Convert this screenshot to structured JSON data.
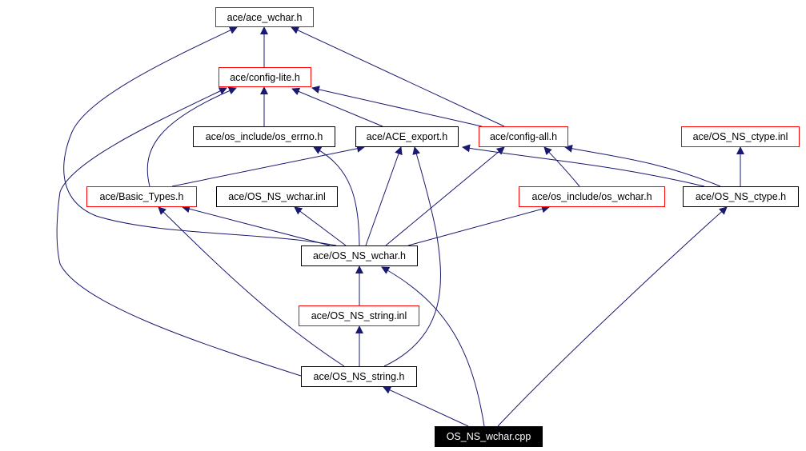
{
  "colors": {
    "edge": "#191970",
    "link_border": "#ff0000",
    "plain_border": "#000000",
    "root_fill": "#000000"
  },
  "nodes": {
    "ace_wchar": "ace/ace_wchar.h",
    "config_lite": "ace/config-lite.h",
    "os_errno": "ace/os_include/os_errno.h",
    "ace_export": "ace/ACE_export.h",
    "config_all": "ace/config-all.h",
    "os_ns_ctype_inl": "ace/OS_NS_ctype.inl",
    "basic_types": "ace/Basic_Types.h",
    "os_ns_wchar_inl": "ace/OS_NS_wchar.inl",
    "os_wchar": "ace/os_include/os_wchar.h",
    "os_ns_ctype_h": "ace/OS_NS_ctype.h",
    "os_ns_wchar_h": "ace/OS_NS_wchar.h",
    "os_ns_string_inl": "ace/OS_NS_string.inl",
    "os_ns_string_h": "ace/OS_NS_string.h",
    "root": "OS_NS_wchar.cpp"
  }
}
